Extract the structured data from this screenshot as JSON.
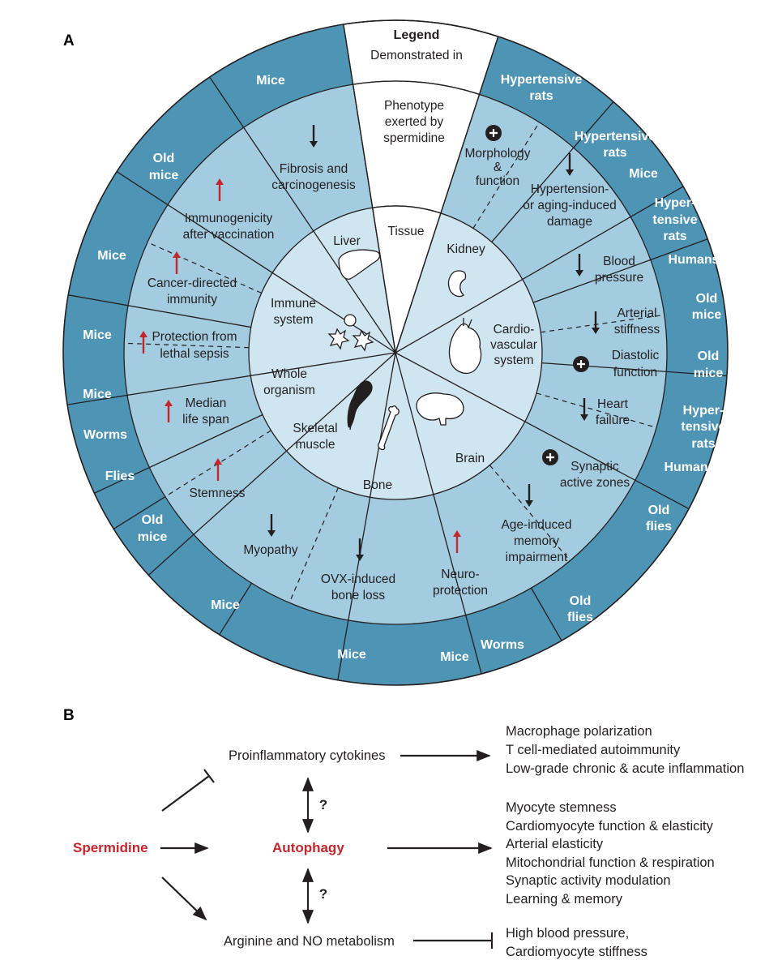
{
  "panel_a": {
    "label": "A",
    "legend": {
      "title": "Legend",
      "demonstrated_in": "Demonstrated in",
      "phenotype": [
        "Phenotype",
        "exerted by",
        "spermidine"
      ],
      "tissue": "Tissue"
    },
    "tissues": {
      "liver": "Liver",
      "kidney": "Kidney",
      "cardio": [
        "Cardio-",
        "vascular",
        "system"
      ],
      "brain": "Brain",
      "bone": "Bone",
      "skeletal": [
        "Skeletal",
        "muscle"
      ],
      "whole": [
        "Whole",
        "organism"
      ],
      "immune": [
        "Immune",
        "system"
      ]
    },
    "phenotypes": {
      "fibrosis": [
        "Fibrosis and",
        "carcinogenesis"
      ],
      "morphology": [
        "Morphology",
        "&",
        "function"
      ],
      "hypertension_damage": [
        "Hypertension-",
        "or aging-induced",
        "damage"
      ],
      "blood_pressure": [
        "Blood",
        "pressure"
      ],
      "arterial": [
        "Arterial",
        "stiffness"
      ],
      "diastolic": [
        "Diastolic",
        "function"
      ],
      "heart_failure": [
        "Heart",
        "failure"
      ],
      "synaptic": [
        "Synaptic",
        "active zones"
      ],
      "memory": [
        "Age-induced",
        "memory",
        "impairment"
      ],
      "neuro": [
        "Neuro-",
        "protection"
      ],
      "bone_loss": [
        "OVX-induced",
        "bone loss"
      ],
      "myopathy": "Myopathy",
      "stemness": "Stemness",
      "lifespan": [
        "Median",
        "life span"
      ],
      "sepsis": [
        "Protection from",
        "lethal sepsis"
      ],
      "cancer": [
        "Cancer-directed",
        "immunity"
      ],
      "immunogenicity": [
        "Immunogenicity",
        "after vaccination"
      ]
    },
    "organisms": {
      "liver": "Mice",
      "kidney_morph": [
        "Hypertensive",
        "rats"
      ],
      "kidney_dmg": [
        "Hypertensive",
        "rats"
      ],
      "kidney_dmg2": "Mice",
      "bp": [
        "Hyper-",
        "tensive",
        "rats"
      ],
      "bp2": "Humans",
      "arterial": [
        "Old",
        "mice"
      ],
      "diastolic": [
        "Old",
        "mice"
      ],
      "hf": [
        "Hyper-",
        "tensive",
        "rats"
      ],
      "hf2": "Humans",
      "synaptic": [
        "Old",
        "flies"
      ],
      "memory": [
        "Old",
        "flies"
      ],
      "neuro": "Worms",
      "neuro2": "Mice",
      "bone": "Mice",
      "myopathy": "Mice",
      "stemness": [
        "Old",
        "mice"
      ],
      "lifespan": [
        "Mice",
        "Worms",
        "Flies"
      ],
      "sepsis": "Mice",
      "cancer": "Mice",
      "immunogenicity": [
        "Old",
        "mice"
      ]
    }
  },
  "panel_b": {
    "label": "B",
    "spermidine": "Spermidine",
    "autophagy": "Autophagy",
    "cytokines": "Proinflammatory cytokines",
    "arginine": "Arginine and NO metabolism",
    "question": "?",
    "cytokine_effects": [
      "Macrophage polarization",
      "T cell-mediated autoimmunity",
      "Low-grade chronic & acute inflammation"
    ],
    "autophagy_effects": [
      "Myocyte stemness",
      "Cardiomyocyte function & elasticity",
      "Arterial elasticity",
      "Mitochondrial function & respiration",
      "Synaptic activity modulation",
      "Learning & memory"
    ],
    "arginine_effects": [
      "High blood pressure,",
      "Cardiomyocyte stiffness"
    ]
  },
  "colors": {
    "outer_ring": "#4e95b5",
    "middle_ring": "#a3cce0",
    "inner_disc": "#cfe5f0",
    "legend_fill": "#ffffff",
    "up_arrow": "#c1272d",
    "down_arrow": "#231f20",
    "highlight_red": "#c1272d"
  }
}
